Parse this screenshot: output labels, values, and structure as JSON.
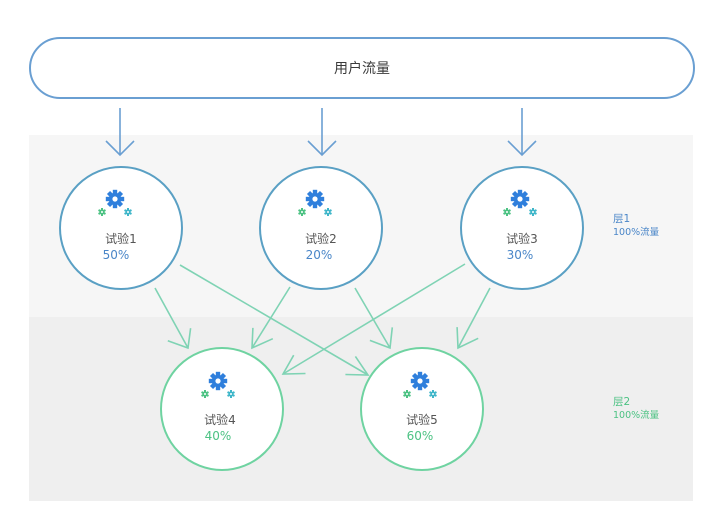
{
  "traffic": {
    "label": "用户流量"
  },
  "layers": [
    {
      "name": "层1",
      "traffic": "100%流量",
      "color": "#4a86c8"
    },
    {
      "name": "层2",
      "traffic": "100%流量",
      "color": "#4cc283"
    }
  ],
  "experiments": [
    {
      "name": "试验1",
      "percent": "50%",
      "layer": 1
    },
    {
      "name": "试验2",
      "percent": "20%",
      "layer": 1
    },
    {
      "name": "试验3",
      "percent": "30%",
      "layer": 1
    },
    {
      "name": "试验4",
      "percent": "40%",
      "layer": 2
    },
    {
      "name": "试验5",
      "percent": "60%",
      "layer": 2
    }
  ],
  "icons": {
    "experiment": "gears-icon"
  },
  "colors": {
    "outline_blue": "#6a9fd2",
    "outline_green": "#6fd3a1",
    "arrow_green": "#7fd3b4",
    "gear_blue": "#2f7fdc",
    "gear_green": "#4cc283",
    "gear_teal": "#3fb6c9"
  }
}
